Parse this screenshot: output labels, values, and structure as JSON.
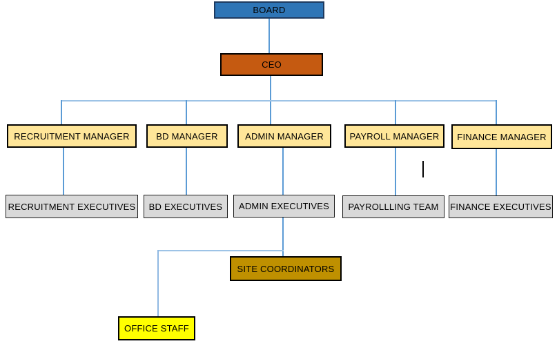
{
  "diagram": {
    "type": "org-chart",
    "title": "Company organization chart",
    "nodes": [
      {
        "id": "board",
        "label": "BOARD",
        "fill": "#2E75B6"
      },
      {
        "id": "ceo",
        "label": "CEO",
        "fill": "#C55A11"
      },
      {
        "id": "recruitment_manager",
        "label": "RECRUITMENT MANAGER",
        "fill": "#FFE699"
      },
      {
        "id": "bd_manager",
        "label": "BD MANAGER",
        "fill": "#FFE699"
      },
      {
        "id": "admin_manager",
        "label": "ADMIN MANAGER",
        "fill": "#FFE699"
      },
      {
        "id": "payroll_manager",
        "label": "PAYROLL MANAGER",
        "fill": "#FFE699"
      },
      {
        "id": "finance_manager",
        "label": "FINANCE MANAGER",
        "fill": "#FFE699"
      },
      {
        "id": "recruitment_executives",
        "label": "RECRUITMENT EXECUTIVES",
        "fill": "#D9D9D9"
      },
      {
        "id": "bd_executives",
        "label": "BD EXECUTIVES",
        "fill": "#D9D9D9"
      },
      {
        "id": "admin_executives",
        "label": "ADMIN EXECUTIVES",
        "fill": "#D9D9D9"
      },
      {
        "id": "payrollling_team",
        "label": "PAYROLLLING TEAM",
        "fill": "#D9D9D9"
      },
      {
        "id": "finance_executives",
        "label": "FINANCE EXECUTIVES",
        "fill": "#D9D9D9"
      },
      {
        "id": "site_coordinators",
        "label": "SITE COORDINATORS",
        "fill": "#BF9000"
      },
      {
        "id": "office_staff",
        "label": "OFFICE STAFF",
        "fill": "#FFFF00"
      }
    ],
    "edges": [
      [
        "board",
        "ceo"
      ],
      [
        "ceo",
        "recruitment_manager"
      ],
      [
        "ceo",
        "bd_manager"
      ],
      [
        "ceo",
        "admin_manager"
      ],
      [
        "ceo",
        "payroll_manager"
      ],
      [
        "ceo",
        "finance_manager"
      ],
      [
        "recruitment_manager",
        "recruitment_executives"
      ],
      [
        "bd_manager",
        "bd_executives"
      ],
      [
        "admin_manager",
        "admin_executives"
      ],
      [
        "payroll_manager",
        "payrollling_team"
      ],
      [
        "finance_manager",
        "finance_executives"
      ],
      [
        "admin_executives",
        "site_coordinators"
      ],
      [
        "admin_executives",
        "office_staff"
      ]
    ],
    "colors": {
      "board_fill": "#2E75B6",
      "board_border": "#1E3A5F",
      "ceo_fill": "#C55A11",
      "manager_fill": "#FFE699",
      "executive_fill": "#D9D9D9",
      "site_coordinators_fill": "#BF9000",
      "office_staff_fill": "#FFFF00",
      "box_border": "#000000",
      "connector_vertical": "#5B9BD5",
      "connector_horizontal": "#9DC3E6",
      "stray_line": "#000000",
      "background": "#FFFFFF",
      "text": "#000000"
    }
  }
}
